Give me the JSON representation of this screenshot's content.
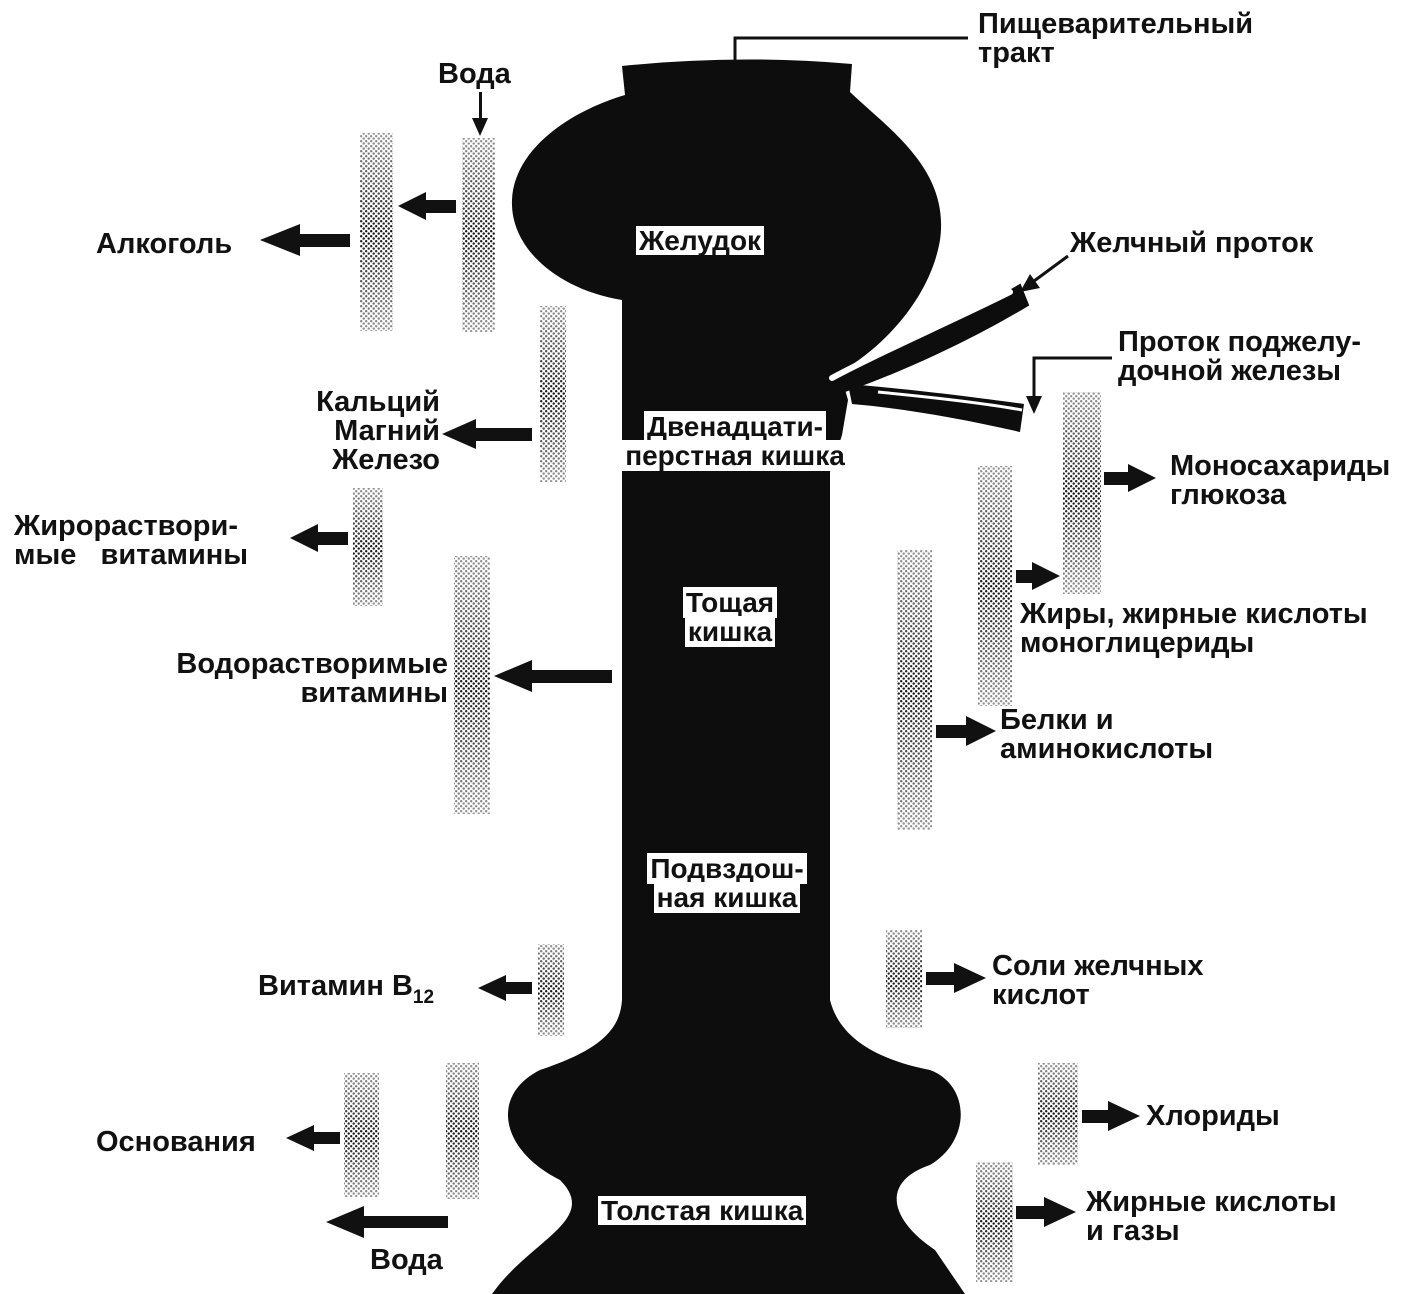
{
  "labels": {
    "tract": [
      "Пищеварительный",
      "тракт"
    ],
    "water_top": "Вода",
    "alcohol": "Алкоголь",
    "stomach": "Желудок",
    "bile_duct": "Желчный проток",
    "pancreatic_duct": [
      "Проток поджелу-",
      "дочной железы"
    ],
    "minerals": [
      "Кальций",
      "Магний",
      "Железо"
    ],
    "duodenum": [
      "Двенадцати-",
      "перстная кишка"
    ],
    "fat_vitamins": [
      "Жирораствори-",
      "мые   витамины"
    ],
    "monosaccharides": [
      "Моносахариды",
      "глюкоза"
    ],
    "jejunum": [
      "Тощая",
      "кишка"
    ],
    "fats": [
      "Жиры, жирные кислоты",
      "моноглицериды"
    ],
    "water_vitamins": [
      "Водорастворимые",
      "витамины"
    ],
    "proteins": [
      "Белки и",
      "аминокислоты"
    ],
    "ileum": [
      "Подвздош-",
      "ная кишка"
    ],
    "b12_main": "Витамин B",
    "b12_sub": "12",
    "bile_salts": [
      "Соли желчных",
      "кислот"
    ],
    "chlorides": "Хлориды",
    "bases": "Основания",
    "colon": "Толстая кишка",
    "fatty_acids_gases": [
      "Жирные кислоты",
      "и газы"
    ],
    "water_bottom": "Вода"
  },
  "colors": {
    "organ": "#0d0d0d",
    "ink": "#111111",
    "paper": "#ffffff"
  }
}
